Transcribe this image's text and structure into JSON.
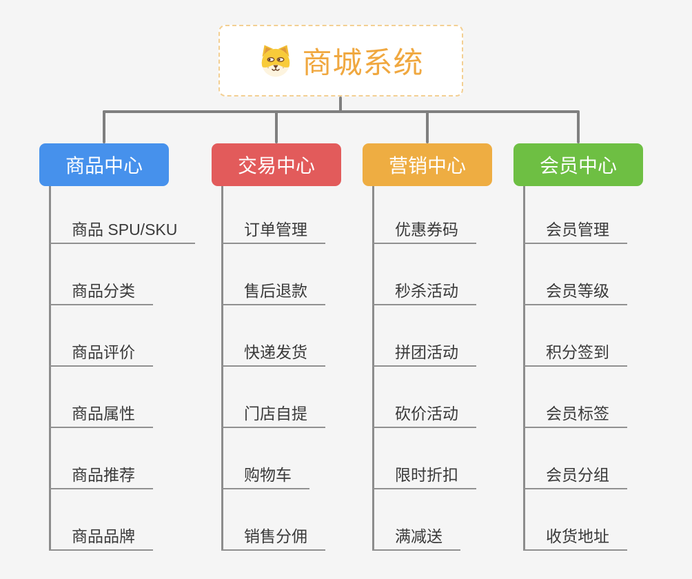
{
  "root": {
    "title": "商城系统",
    "icon": "shiba-dog-icon",
    "title_color": "#f0a840",
    "border_color": "#f3cf92"
  },
  "branches": [
    {
      "label": "商品中心",
      "color": "#4691ec",
      "items": [
        "商品 SPU/SKU",
        "商品分类",
        "商品评价",
        "商品属性",
        "商品推荐",
        "商品品牌"
      ]
    },
    {
      "label": "交易中心",
      "color": "#e25b5b",
      "items": [
        "订单管理",
        "售后退款",
        "快递发货",
        "门店自提",
        "购物车",
        "销售分佣"
      ]
    },
    {
      "label": "营销中心",
      "color": "#eead42",
      "items": [
        "优惠券码",
        "秒杀活动",
        "拼团活动",
        "砍价活动",
        "限时折扣",
        "满减送"
      ]
    },
    {
      "label": "会员中心",
      "color": "#6ebf43",
      "items": [
        "会员管理",
        "会员等级",
        "积分签到",
        "会员标签",
        "会员分组",
        "收货地址"
      ]
    }
  ],
  "colors": {
    "background": "#f5f5f5",
    "connector_line": "#7f7f7f",
    "leaf_line": "#909090",
    "leaf_text": "#3a3a3a"
  }
}
